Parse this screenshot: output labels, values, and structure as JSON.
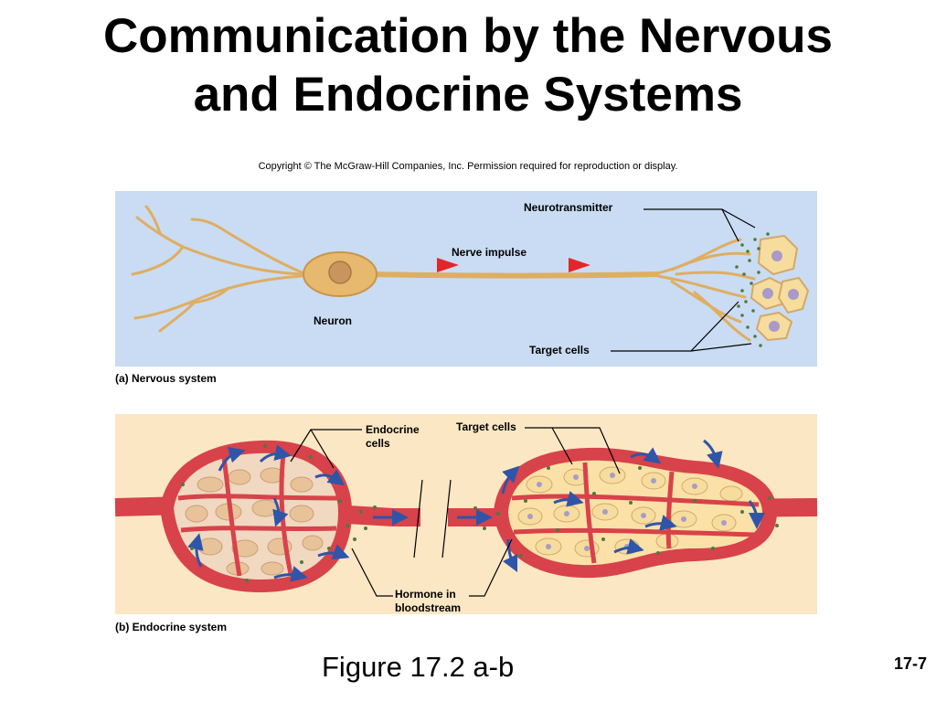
{
  "title": {
    "line1": "Communication by the Nervous",
    "line2": "and Endocrine Systems"
  },
  "copyright": "Copyright © The McGraw-Hill Companies, Inc. Permission required for reproduction or display.",
  "panel_a": {
    "caption": "(a) Nervous system",
    "labels": {
      "neurotransmitter": "Neurotransmitter",
      "nerve_impulse": "Nerve impulse",
      "neuron": "Neuron",
      "target_cells": "Target cells"
    }
  },
  "panel_b": {
    "caption": "(b) Endocrine system",
    "labels": {
      "endocrine_cells_1": "Endocrine",
      "endocrine_cells_2": "cells",
      "target_cells": "Target cells",
      "hormone_1": "Hormone in",
      "hormone_2": "bloodstream"
    }
  },
  "figure_label": "Figure 17.2 a-b",
  "slide_number": "17-7",
  "colors": {
    "nerve_bg": "#c9dcf3",
    "endocrine_bg": "#fbe7c4",
    "neuron": "#e7b96f",
    "impulse_arrow": "#e3262b",
    "vessel": "#d8424a",
    "flow_arrow": "#2f55a8",
    "cell_fill": "#f6dd9e",
    "nucleus": "#a99ac9",
    "hormone_dot": "#4e7a3a"
  }
}
